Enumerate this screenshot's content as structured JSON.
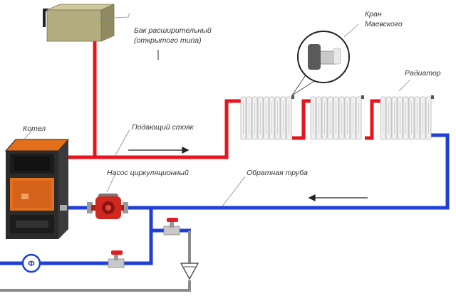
{
  "labels": {
    "tank_line1": "Бак расширительный",
    "tank_line2": "(открытого типа)",
    "valve_line1": "Кран",
    "valve_line2": "Маевского",
    "radiator": "Радиатор",
    "boiler": "Котел",
    "supply_riser": "Подающий стояк",
    "pump": "Насос циркуляционный",
    "return_pipe": "Обратная труба",
    "meter_symbol": "Ф"
  },
  "colors": {
    "supply": "#e8141b",
    "return": "#1f3fd6",
    "drain": "#8a8a8a",
    "boiler_body": "#2b2b2b",
    "boiler_accent": "#e2701a",
    "tank": "#b3ac7e",
    "pump": "#d0281e",
    "valve_handle": "#e02020",
    "radiator": "#f1f1f1"
  }
}
